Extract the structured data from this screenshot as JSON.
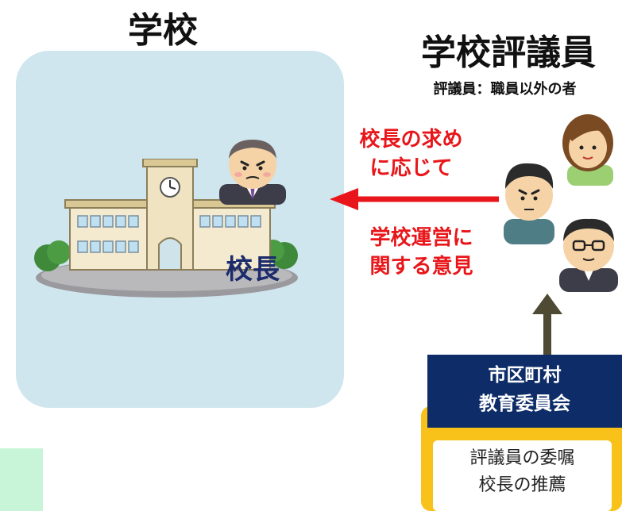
{
  "school": {
    "title": "学校",
    "principal_label": "校長"
  },
  "council": {
    "title": "学校評議員",
    "subtitle": "評議員：職員以外の者"
  },
  "arrow_text": {
    "top_line1": "校長の求め",
    "top_line2": "に応じて",
    "bottom_line1": "学校運営に",
    "bottom_line2": "関する意見"
  },
  "board": {
    "line1": "市区町村",
    "line2": "教育委員会"
  },
  "commission": {
    "line1": "評議員の委嘱",
    "line2": "校長の推薦"
  },
  "colors": {
    "panel": "#cfe6ee",
    "accent_red": "#e8161a",
    "navy": "#0e2d68",
    "yellow": "#f9c21a",
    "arrow_dark": "#4e4a34"
  }
}
